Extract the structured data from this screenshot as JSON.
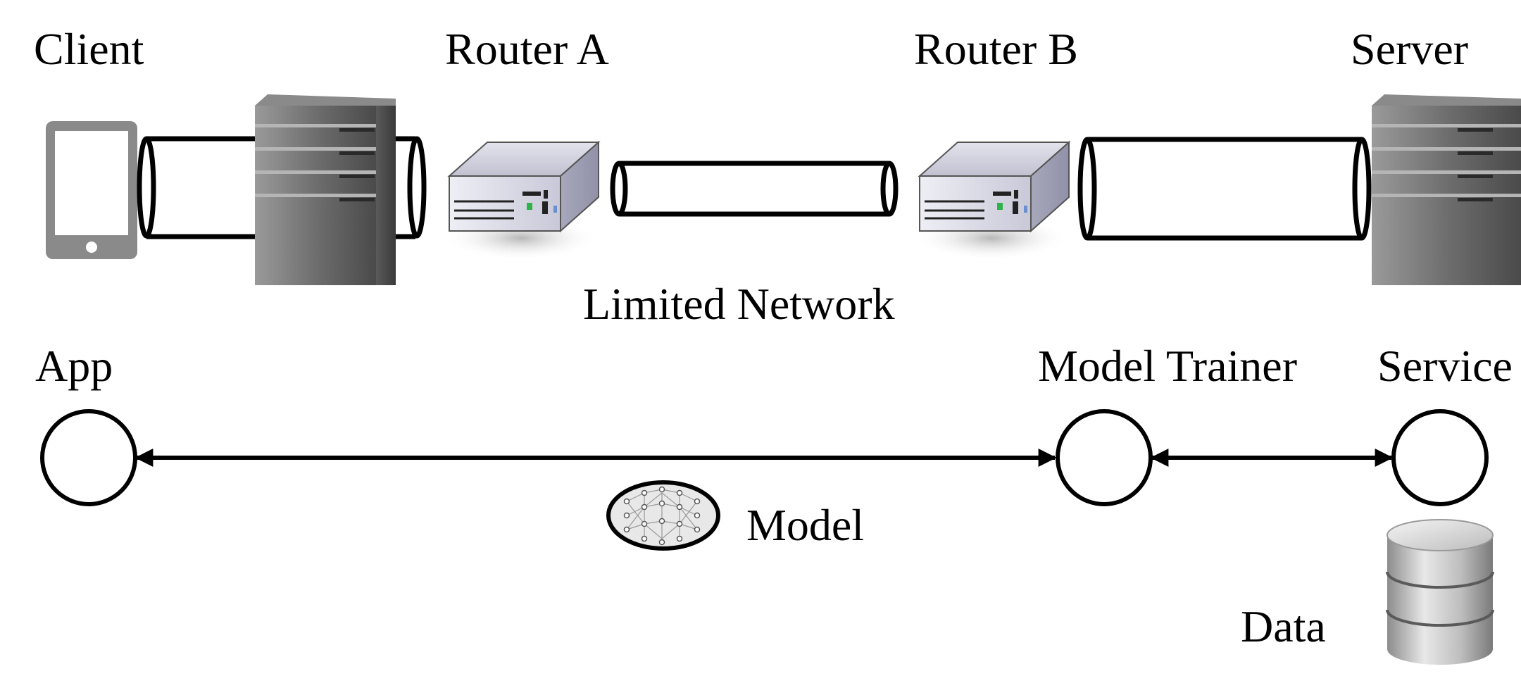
{
  "labels": {
    "client": "Client",
    "router_a": "Router A",
    "router_b": "Router B",
    "server": "Server",
    "network": "Limited Network",
    "app": "App",
    "model_trainer": "Model Trainer",
    "service": "Service",
    "model": "Model",
    "data": "Data"
  },
  "icons": {
    "client_device": "tablet-icon",
    "client_host": "server-tower-icon",
    "router_a": "router-icon",
    "router_b": "router-icon",
    "server_host": "server-tower-icon",
    "model": "neural-network-icon",
    "data": "database-icon"
  },
  "colors": {
    "ink": "#000000",
    "tablet": "#8a8a8a",
    "server_dark": "#4a4a4a",
    "router_body": "#b8b8cc"
  }
}
